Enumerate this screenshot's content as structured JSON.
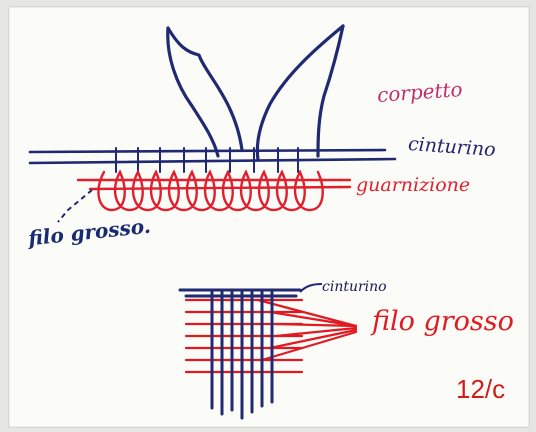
{
  "labels": {
    "corpetto": "corpetto",
    "cinturino_top": "cinturino",
    "guarnizione": "guarnizione",
    "filo_grosso_left": "filo grosso.",
    "cinturino_bottom": "cinturino",
    "filo_grosso_right": "filo grosso",
    "plate_number": "12/c"
  },
  "colors": {
    "ink_blue": "#1f2a72",
    "ink_red": "#e11f2d",
    "ink_pink": "#c0306a",
    "paper": "#fbfbf8"
  }
}
